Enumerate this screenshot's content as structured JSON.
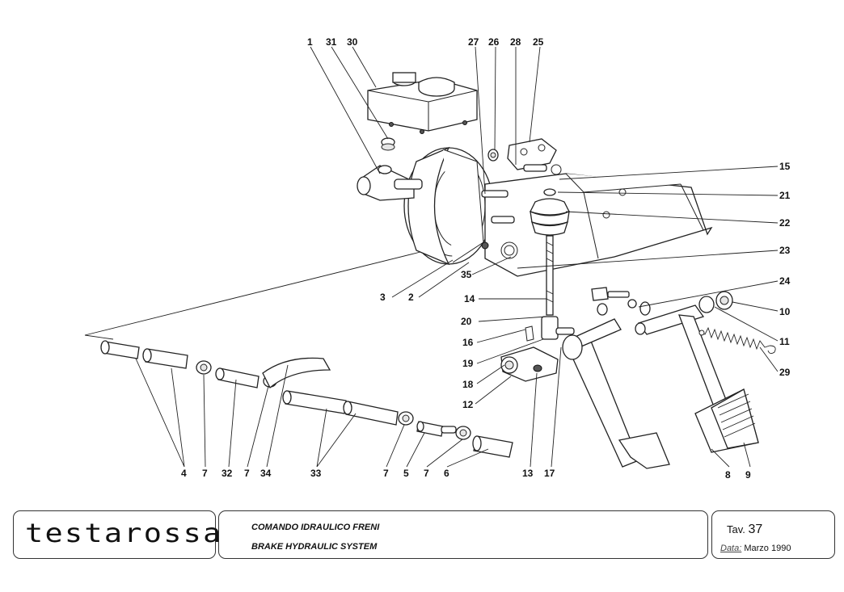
{
  "callouts": {
    "c1": "1",
    "c31": "31",
    "c30": "30",
    "c27": "27",
    "c26": "26",
    "c28": "28",
    "c25": "25",
    "c15": "15",
    "c21": "21",
    "c22": "22",
    "c23": "23",
    "c24": "24",
    "c10": "10",
    "c11": "11",
    "c29": "29",
    "c3": "3",
    "c2": "2",
    "c35": "35",
    "c14": "14",
    "c20": "20",
    "c16": "16",
    "c19": "19",
    "c18": "18",
    "c12": "12",
    "b4": "4",
    "b7a": "7",
    "b32": "32",
    "b7b": "7",
    "b34": "34",
    "b33": "33",
    "b7c": "7",
    "b5": "5",
    "b7d": "7",
    "b6": "6",
    "b13": "13",
    "b17": "17",
    "b8": "8",
    "b9": "9"
  },
  "footer": {
    "logo": "testarossa",
    "title_it": "COMANDO IDRAULICO FRENI",
    "title_en": "BRAKE HYDRAULIC SYSTEM",
    "plate_label": "Tav.",
    "plate_number": "37",
    "date_label": "Data:",
    "date_value": "Marzo 1990"
  }
}
